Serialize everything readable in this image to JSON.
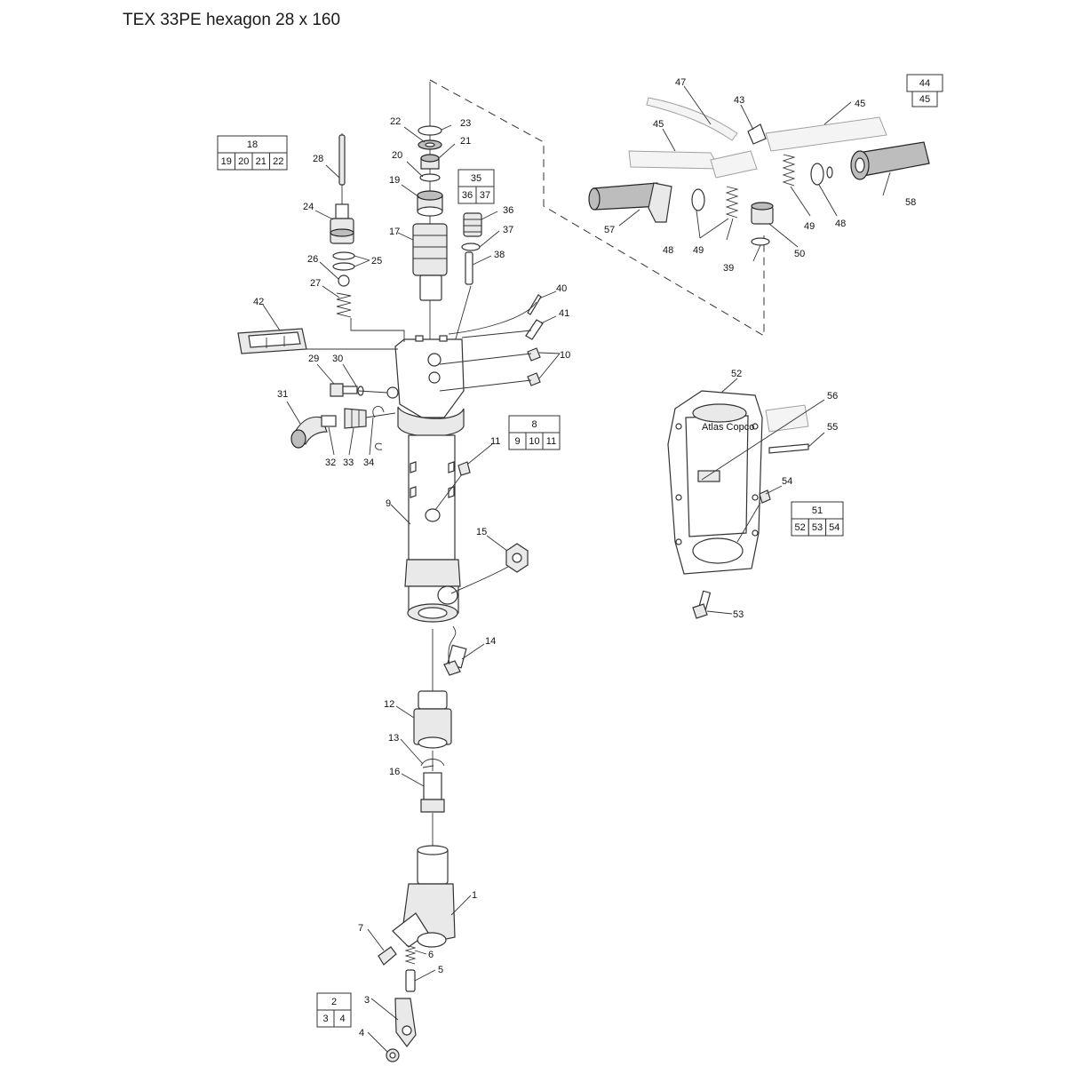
{
  "title": "TEX 33PE hexagon 28 x 160",
  "labels": {
    "l1": "1",
    "l3": "3",
    "l4": "4",
    "l5": "5",
    "l6": "6",
    "l7": "7",
    "l9": "9",
    "l10": "10",
    "l11": "11",
    "l12": "12",
    "l13": "13",
    "l14": "14",
    "l15": "15",
    "l16": "16",
    "l17": "17",
    "l19": "19",
    "l20": "20",
    "l21": "21",
    "l22": "22",
    "l23": "23",
    "l24": "24",
    "l25": "25",
    "l26": "26",
    "l27": "27",
    "l28": "28",
    "l29": "29",
    "l30": "30",
    "l31": "31",
    "l32": "32",
    "l33": "33",
    "l34": "34",
    "l36": "36",
    "l37": "37",
    "l38": "38",
    "l39": "39",
    "l40": "40",
    "l41": "41",
    "l42": "42",
    "l43": "43",
    "l45a": "45",
    "l45b": "45",
    "l47": "47",
    "l48a": "48",
    "l48b": "48",
    "l49a": "49",
    "l49b": "49",
    "l50": "50",
    "l52": "52",
    "l53": "53",
    "l54": "54",
    "l55": "55",
    "l56": "56",
    "l57": "57",
    "l58": "58"
  },
  "kits": {
    "k18": {
      "head": "18",
      "cells": [
        "19",
        "20",
        "21",
        "22"
      ]
    },
    "k35": {
      "head": "35",
      "cells": [
        "36",
        "37"
      ]
    },
    "k8": {
      "head": "8",
      "cells": [
        "9",
        "10",
        "11"
      ]
    },
    "k44": {
      "head": "44",
      "cells": [
        "45"
      ]
    },
    "k51": {
      "head": "51",
      "cells": [
        "52",
        "53",
        "54"
      ]
    },
    "k2": {
      "head": "2",
      "cells": [
        "3",
        "4"
      ]
    }
  },
  "plate": {
    "brand": "Atlas Copco"
  }
}
